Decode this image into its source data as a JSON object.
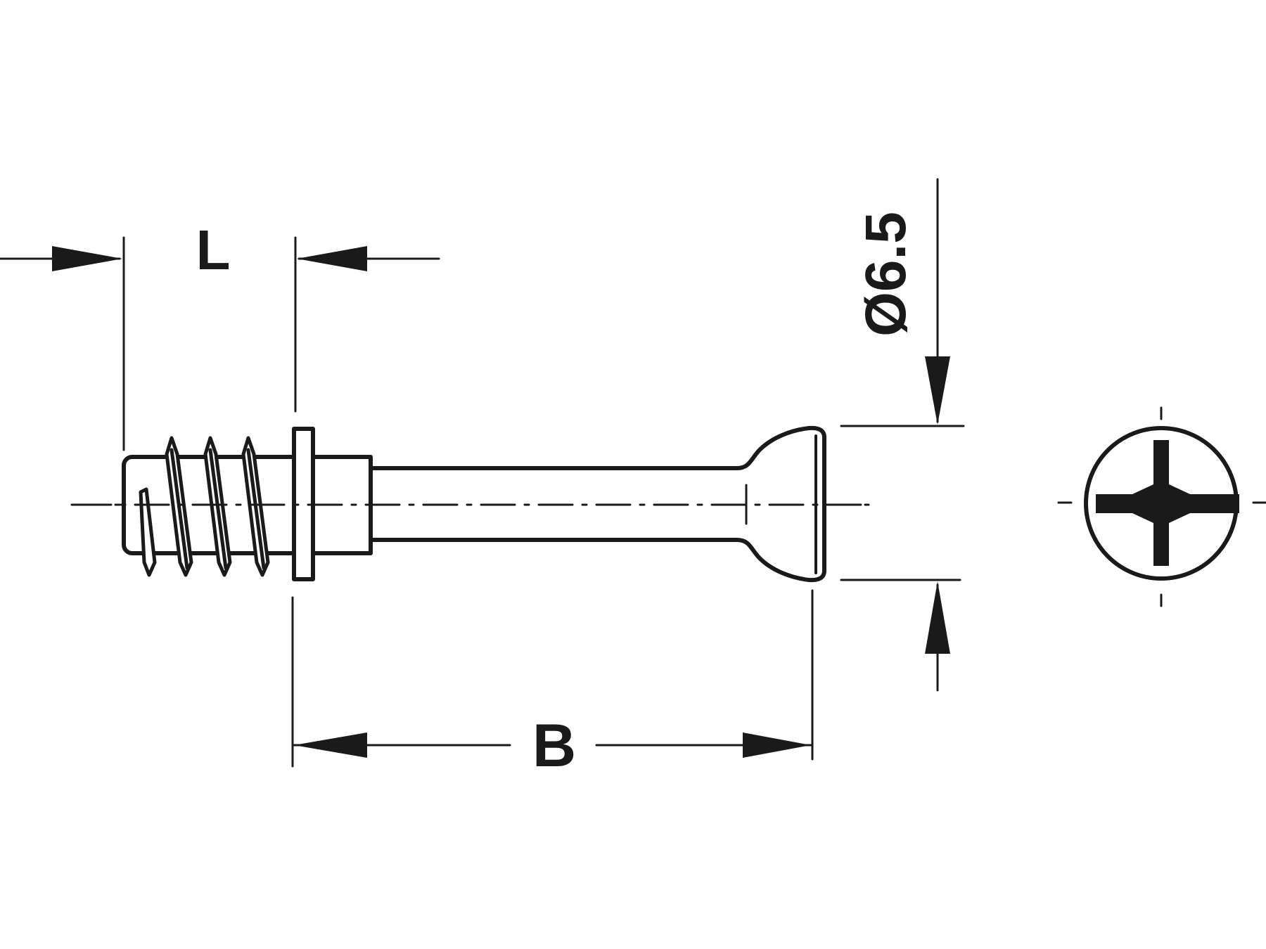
{
  "drawing": {
    "stroke_color": "#1a1a1a",
    "background_color": "#ffffff",
    "dimensions": {
      "length_label": "L",
      "overall_length_label": "B",
      "diameter_label": "Ø6.5"
    },
    "views": {
      "side_view": "connector-bolt-side-view",
      "end_view": "phillips-head-end-view"
    }
  }
}
